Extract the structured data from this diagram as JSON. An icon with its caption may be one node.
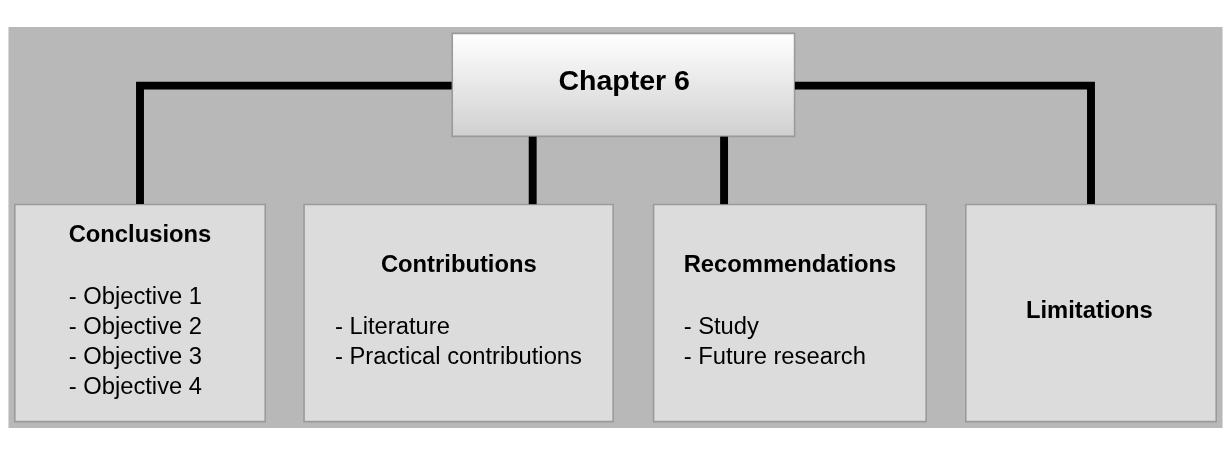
{
  "diagram": {
    "nodes": [
      {
        "text": [
          "Chapter 6"
        ]
      },
      {
        "text": [
          "Conclusions",
          "- Objective 1",
          "- Objective 2",
          "- Objective 3",
          "- Objective 4"
        ]
      },
      {
        "text": [
          "Contributions",
          "- Literature",
          "- Practical contributions"
        ]
      },
      {
        "text": [
          "Recommendations",
          "- Study",
          "- Future research"
        ]
      },
      {
        "text": [
          "Limitations"
        ]
      }
    ],
    "edges": [
      {
        "from": 0,
        "to": 1,
        "arrow": "none"
      },
      {
        "from": 0,
        "to": 2,
        "arrow": "none"
      },
      {
        "from": 0,
        "to": 3,
        "arrow": "none"
      },
      {
        "from": 0,
        "to": 4,
        "arrow": "none"
      }
    ]
  }
}
